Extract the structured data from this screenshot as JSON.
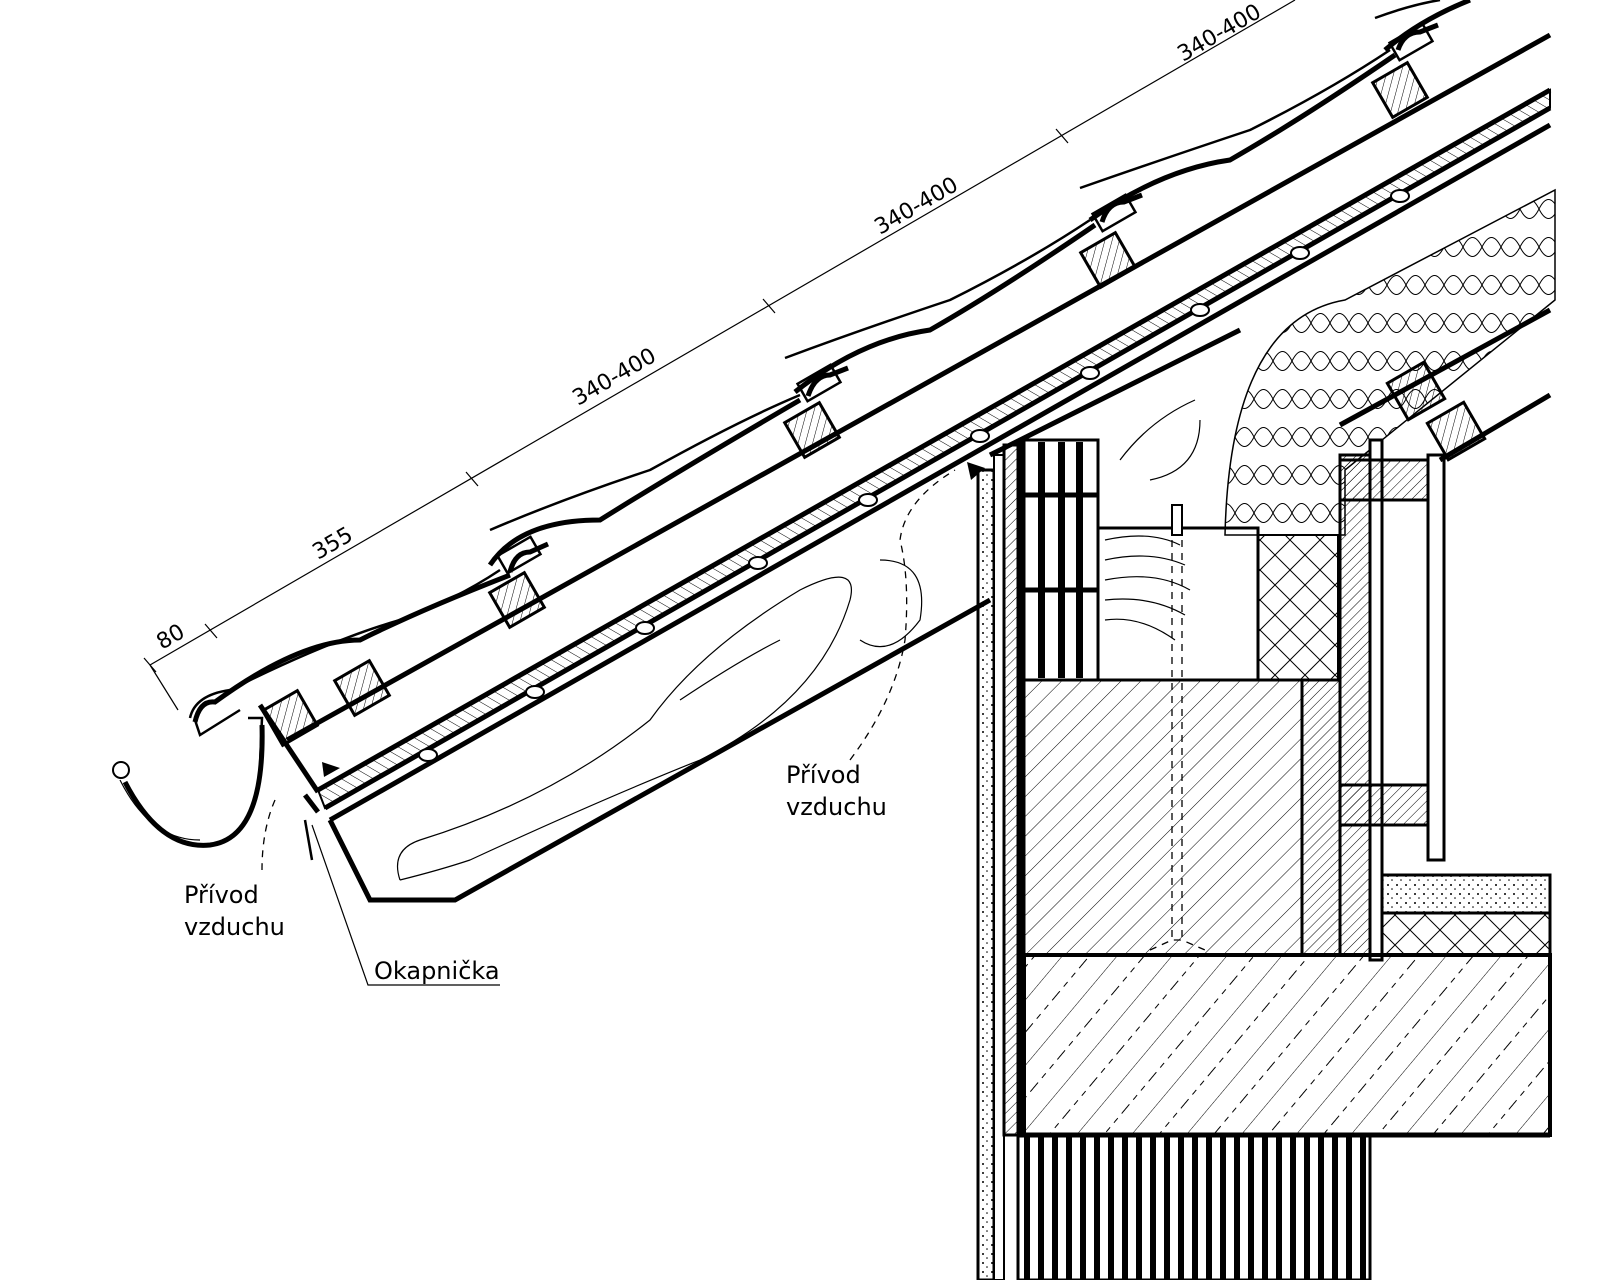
{
  "dimensions": {
    "overhang": "80",
    "first_batten": "355",
    "batten_spacing_1": "340-400",
    "batten_spacing_2": "340-400",
    "batten_spacing_3": "340-400"
  },
  "labels": {
    "air_inlet_eaves_line1": "Přívod",
    "air_inlet_eaves_line2": "vzduchu",
    "air_inlet_soffit_line1": "Přívod",
    "air_inlet_soffit_line2": "vzduchu",
    "drip_edge": "Okapnička"
  },
  "colors": {
    "line": "#000000",
    "background": "#ffffff"
  }
}
